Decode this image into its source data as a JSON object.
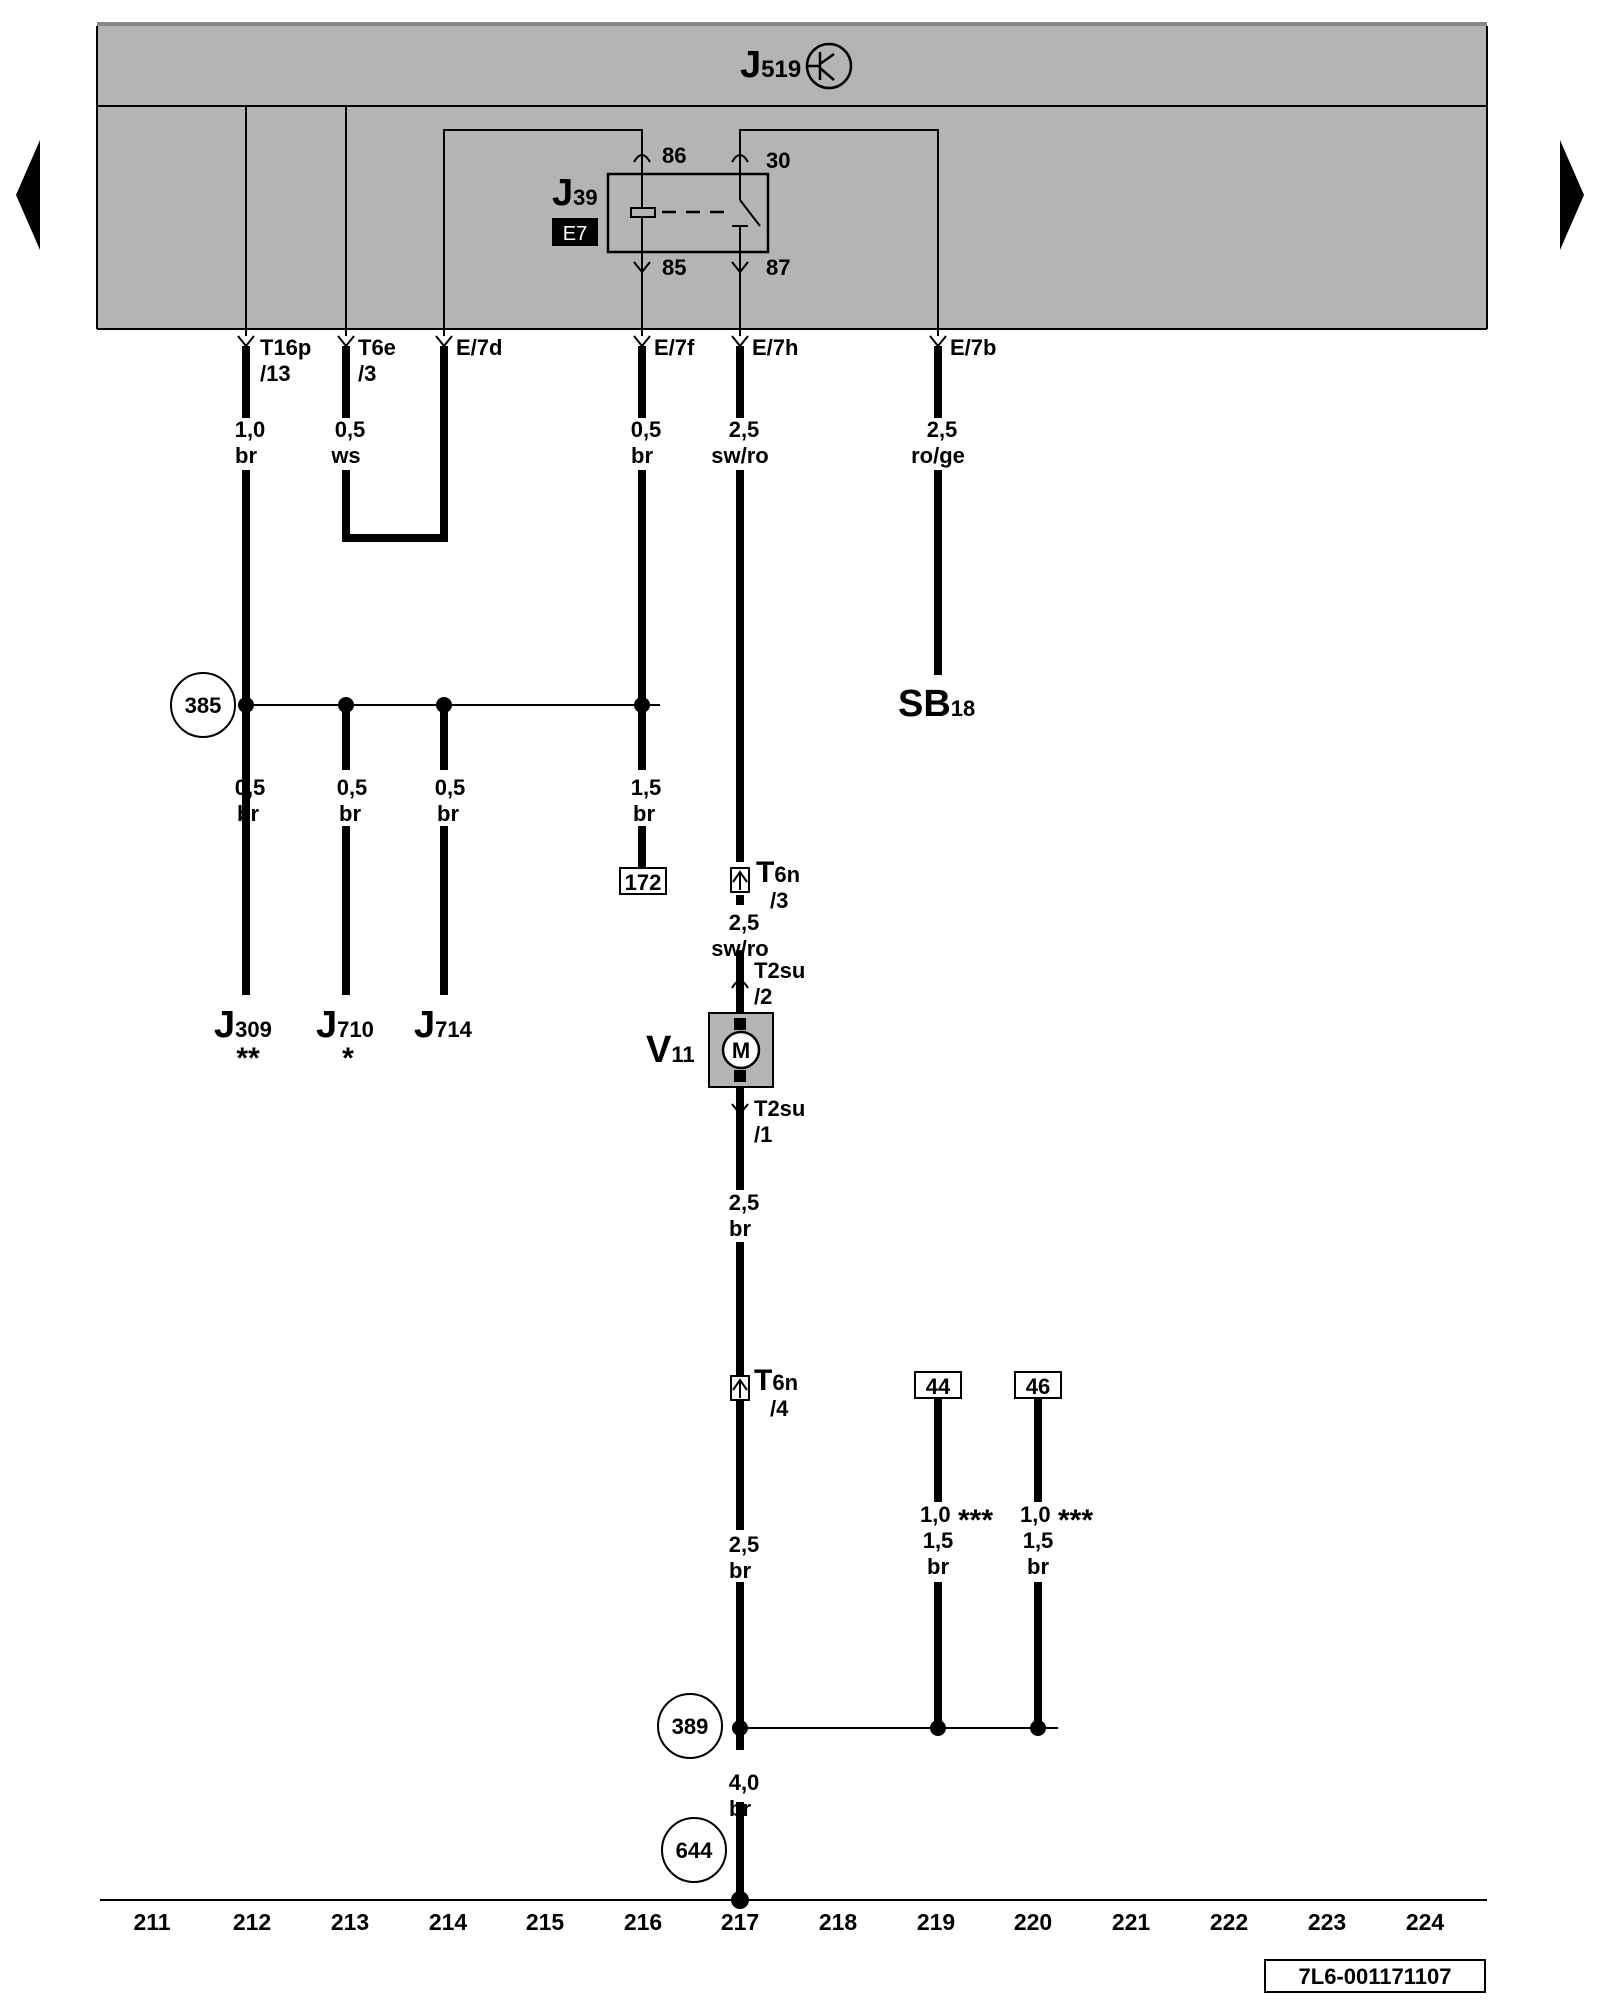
{
  "header": {
    "control_unit": "J",
    "control_unit_sub": "519"
  },
  "relay": {
    "name": "J",
    "sub": "39",
    "slot": "E7",
    "pin_86": "86",
    "pin_30": "30",
    "pin_85": "85",
    "pin_87": "87"
  },
  "connectors": {
    "c1": {
      "a": "T16p",
      "b": "/13"
    },
    "c2": {
      "a": "T6e",
      "b": "/3"
    },
    "c3": {
      "a": "E/7d"
    },
    "c4": {
      "a": "E/7f"
    },
    "c5": {
      "a": "E/7h"
    },
    "c6": {
      "a": "E/7b"
    },
    "t6n_top": {
      "a": "T",
      "sub": "6n",
      "b": "/3"
    },
    "t2su_top": {
      "a": "T2su",
      "b": "/2"
    },
    "t2su_bot": {
      "a": "T2su",
      "b": "/1"
    },
    "t6n_bot": {
      "a": "T",
      "sub": "6n",
      "b": "/4"
    }
  },
  "wires": {
    "w1": {
      "size": "1,0",
      "color": "br"
    },
    "w2": {
      "size": "0,5",
      "color": "ws"
    },
    "w4": {
      "size": "0,5",
      "color": "br"
    },
    "w5": {
      "size": "2,5",
      "color": "sw/ro"
    },
    "w6": {
      "size": "2,5",
      "color": "ro/ge"
    },
    "b1": {
      "size": "0,5",
      "color": "br"
    },
    "b2": {
      "size": "0,5",
      "color": "br"
    },
    "b3": {
      "size": "0,5",
      "color": "br"
    },
    "b4": {
      "size": "1,5",
      "color": "br"
    },
    "m1": {
      "size": "2,5",
      "color": "sw/ro"
    },
    "m2": {
      "size": "2,5",
      "color": "br"
    },
    "m3": {
      "size": "2,5",
      "color": "br"
    },
    "g1": {
      "size": "1,0",
      "note": "***",
      "size2": "1,5",
      "color": "br"
    },
    "g2": {
      "size": "1,0",
      "note": "***",
      "size2": "1,5",
      "color": "br"
    },
    "ground": {
      "size": "4,0",
      "color": "br"
    }
  },
  "components": {
    "sb": {
      "name": "SB",
      "sub": "18"
    },
    "j309": {
      "name": "J",
      "sub": "309",
      "note": "**"
    },
    "j710": {
      "name": "J",
      "sub": "710",
      "note": "*"
    },
    "j714": {
      "name": "J",
      "sub": "714"
    },
    "motor": {
      "name": "V",
      "sub": "11",
      "symbol": "M"
    }
  },
  "refs": {
    "r385": "385",
    "r389": "389",
    "r644": "644",
    "r172": "172",
    "r44": "44",
    "r46": "46"
  },
  "column_numbers": [
    "211",
    "212",
    "213",
    "214",
    "215",
    "216",
    "217",
    "218",
    "219",
    "220",
    "221",
    "222",
    "223",
    "224"
  ],
  "document_code": "7L6-001171107",
  "colors": {
    "panel": "#b4b4b4",
    "wire": "#000000",
    "background": "#ffffff"
  }
}
